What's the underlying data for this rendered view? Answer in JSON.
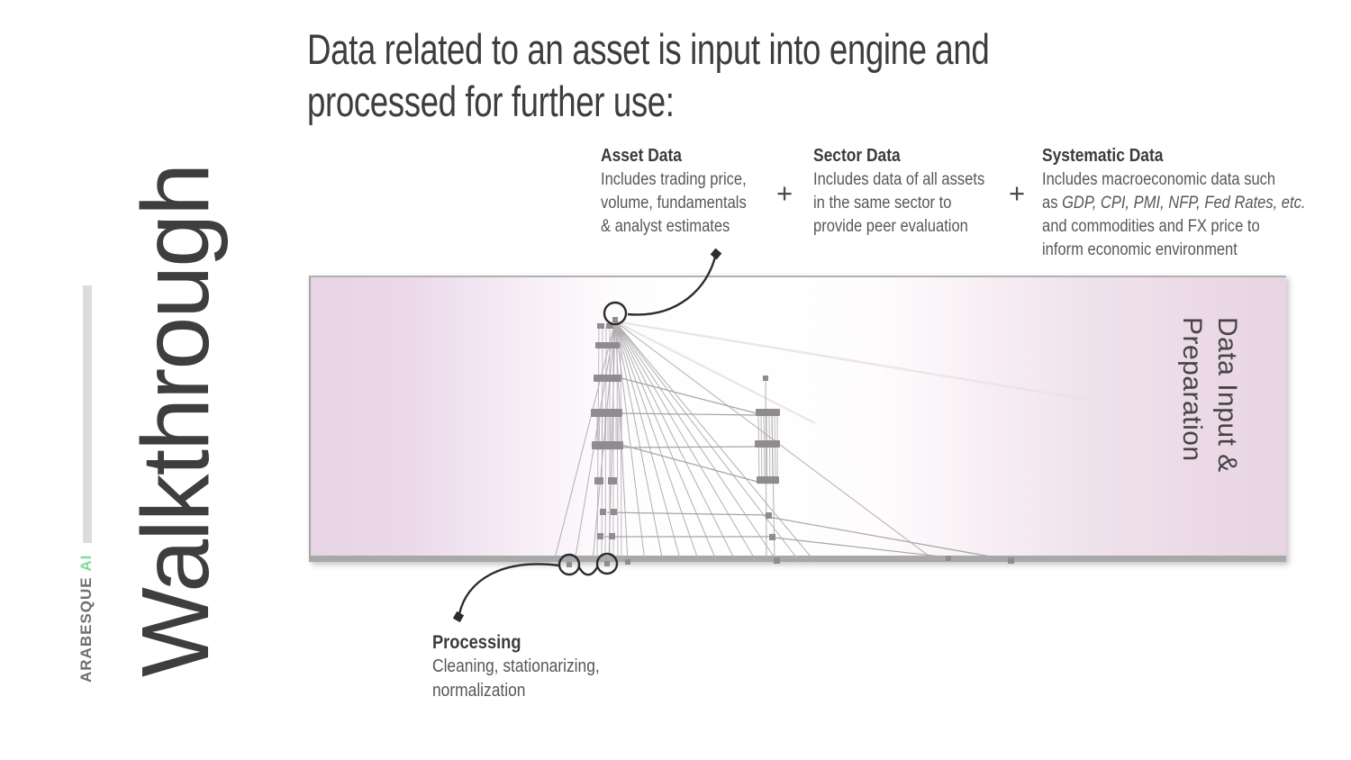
{
  "brand": {
    "name": "ARABESQUE",
    "suffix": "AI"
  },
  "sidebar": {
    "title": "Walkthrough"
  },
  "heading": {
    "line1": "Data related to an asset is input into engine and",
    "line2": "processed for further use:"
  },
  "inputs": {
    "plus": "+",
    "columns": [
      {
        "title": "Asset Data",
        "lines": [
          "Includes trading price,",
          "volume, fundamentals",
          "& analyst estimates"
        ]
      },
      {
        "title": "Sector Data",
        "lines": [
          "Includes data of all assets",
          "in the same sector to",
          "provide peer evaluation"
        ]
      },
      {
        "title": "Systematic Data",
        "line1": "Includes macroeconomic data such",
        "line2_prefix": "as ",
        "line2_italic": "GDP, CPI, PMI, NFP, Fed Rates, etc.",
        "line3": "and commodities and FX price to",
        "line4": "inform economic environment"
      }
    ]
  },
  "banner": {
    "label_line1": "Data Input &",
    "label_line2": "Preparation"
  },
  "processing": {
    "title": "Processing",
    "lines": [
      "Cleaning, stationarizing,",
      "normalization"
    ]
  },
  "colors": {
    "accent_green": "#80db9c",
    "banner_pink": "#e8d5e4",
    "annotation_ink": "#2c2c2c",
    "text_dark": "#3d3d3d",
    "text_body": "#575757"
  }
}
